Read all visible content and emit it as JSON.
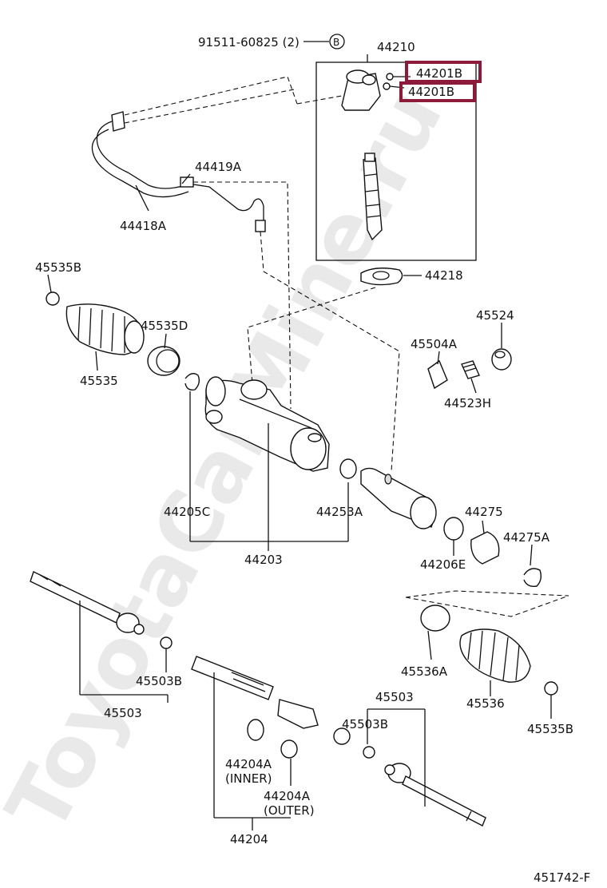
{
  "watermark": "ToyotaCarMine.ru",
  "figure_code": "451742-F",
  "callout_symbol": "B",
  "labels": {
    "p91511": "91511-60825 (2)",
    "p44210": "44210",
    "p44201b_1": "44201B",
    "p44201b_2": "44201B",
    "p44419a": "44419A",
    "p44418a": "44418A",
    "p44218": "44218",
    "p45535b_top": "45535B",
    "p45535d": "45535D",
    "p45535": "45535",
    "p45524": "45524",
    "p45504a": "45504A",
    "p44523h": "44523H",
    "p44205c": "44205C",
    "p44253a": "44253A",
    "p44203": "44203",
    "p44275": "44275",
    "p44275a": "44275A",
    "p44206e": "44206E",
    "p45536a": "45536A",
    "p45536": "45536",
    "p45535b_bottom": "45535B",
    "p45503b_left": "45503B",
    "p45503_left": "45503",
    "p45503_right": "45503",
    "p45503b_right": "45503B",
    "p44204a_inner": "44204A",
    "p44204a_inner_note": "(INNER)",
    "p44204a_outer": "44204A",
    "p44204a_outer_note": "(OUTER)",
    "p44204": "44204"
  },
  "highlight_color": "#8b1a3b"
}
